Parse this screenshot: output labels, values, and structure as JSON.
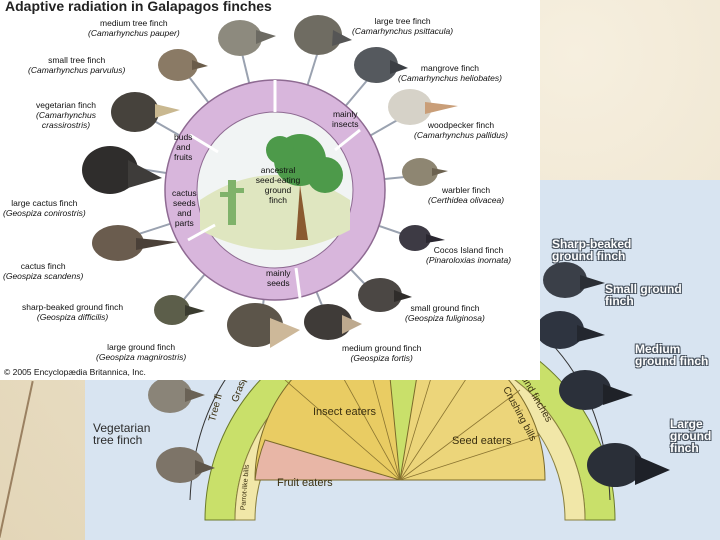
{
  "title": "Adaptive radiation in Galapagos finches",
  "copyright": "© 2005 Encyclopædia Britannica, Inc.",
  "center_label": [
    "ancestral",
    "seed-eating",
    "ground",
    "finch"
  ],
  "ring_labels": {
    "buds": [
      "buds",
      "and",
      "fruits"
    ],
    "insects": [
      "mainly",
      "insects"
    ],
    "cactus": [
      "cactus",
      "seeds",
      "and",
      "parts"
    ],
    "seeds": [
      "mainly",
      "seeds"
    ]
  },
  "finches": [
    {
      "common": "medium tree finch",
      "latin": "(Camarhynchus pauper)"
    },
    {
      "common": "large tree finch",
      "latin": "(Camarhynchus psittacula)"
    },
    {
      "common": "small tree finch",
      "latin": "(Camarhynchus parvulus)"
    },
    {
      "common": "mangrove finch",
      "latin": "(Camarhynchus heliobates)"
    },
    {
      "common": "vegetarian finch",
      "latin": "(Camarhynchus crassirostris)"
    },
    {
      "common": "woodpecker finch",
      "latin": "(Camarhynchus pallidus)"
    },
    {
      "common": "warbler finch",
      "latin": "(Certhidea olivacea)"
    },
    {
      "common": "large cactus finch",
      "latin": "(Geospiza conirostris)"
    },
    {
      "common": "Cocos Island finch",
      "latin": "(Pinaroloxias inornata)"
    },
    {
      "common": "cactus finch",
      "latin": "(Geospiza scandens)"
    },
    {
      "common": "small ground finch",
      "latin": "(Geospiza fuliginosa)"
    },
    {
      "common": "sharp-beaked ground finch",
      "latin": "(Geospiza difficilis)"
    },
    {
      "common": "medium ground finch",
      "latin": "(Geospiza fortis)"
    },
    {
      "common": "large ground finch",
      "latin": "(Geospiza magnirostris)"
    }
  ],
  "panel2": {
    "right_labels": [
      "Sharp-beaked ground finch",
      "Small ground finch",
      "Medium ground finch",
      "Large ground finch"
    ],
    "left_labels": [
      "Vegetarian tree finch"
    ],
    "fan_labels": [
      "Insect eaters",
      "Seed eaters",
      "Fruit eaters",
      "Grasping bills",
      "Crushing bills",
      "Tree fi",
      "Parrot-like bills",
      "Ground finches"
    ]
  },
  "colors": {
    "ring": "#d8b6dc",
    "ring_stroke": "#8e6a92",
    "fan_yellow": "#e9cc63",
    "fan_pink": "#e8b6a6",
    "fan_green": "#c9e06a",
    "panel2_bg": "#d8e4f1"
  }
}
